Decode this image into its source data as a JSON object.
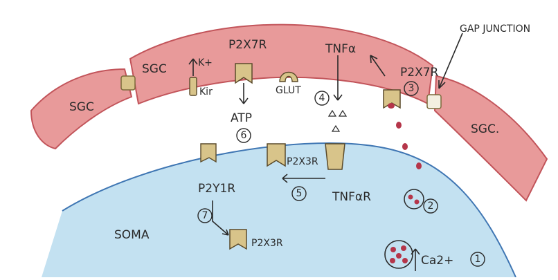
{
  "labels": {
    "sgc_left": "SGC",
    "sgc_mid": "SGC",
    "sgc_right": "SGC.",
    "p2x7r_top": "P2X7R",
    "p2x7r_right": "P2X7R",
    "k_ion": "K+",
    "kir": "Kir",
    "glut": "GLUT",
    "tnfa": "TNFα",
    "atp": "ATP",
    "p2x3r_mid": "P2X3R",
    "p2x3r_low": "P2X3R",
    "tnfar": "TNFαR",
    "p2y1r": "P2Y1R",
    "soma": "SOMA",
    "ca": "Ca2+",
    "gap_junction": "GAP JUNCTION"
  },
  "step_numbers": {
    "n1": "1",
    "n2": "2",
    "n3": "3",
    "n4": "4",
    "n5": "5",
    "n6": "6",
    "n7": "7"
  },
  "colors": {
    "sgc_fill": "#e89a9a",
    "sgc_edge": "#c2545a",
    "soma_fill": "#b8dcef",
    "soma_edge": "#3f76b3",
    "channel": "#d8c48a",
    "dot": "#b5364a",
    "ink": "#2a2a2a"
  }
}
